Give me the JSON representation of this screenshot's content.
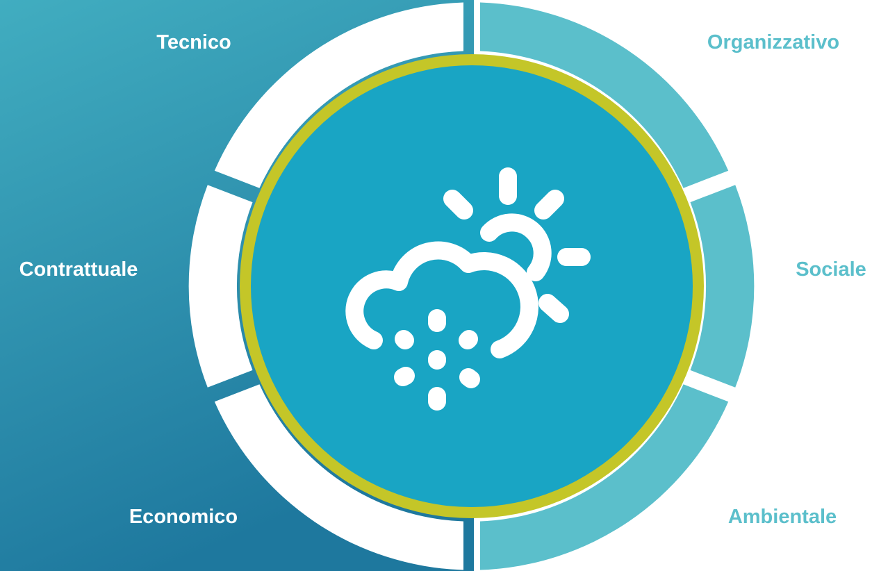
{
  "colors": {
    "left_gradient_top": "#3fa9bd",
    "left_gradient_bottom": "#1e7ba0",
    "left_segment": "#ffffff",
    "right_segment": "#5bbfcb",
    "right_label": "#5bbfcb",
    "left_label": "#ffffff",
    "inner_ring": "#c4c628",
    "inner_circle": "#19a5c4",
    "icon": "#ffffff"
  },
  "segments": {
    "left": [
      {
        "id": "tecnico",
        "label": "Tecnico"
      },
      {
        "id": "contrattuale",
        "label": "Contrattuale"
      },
      {
        "id": "economico",
        "label": "Economico"
      }
    ],
    "right": [
      {
        "id": "organizzativo",
        "label": "Organizzativo"
      },
      {
        "id": "sociale",
        "label": "Sociale"
      },
      {
        "id": "ambientale",
        "label": "Ambientale"
      }
    ]
  },
  "center_icon": "cloud-sun-snow-icon"
}
